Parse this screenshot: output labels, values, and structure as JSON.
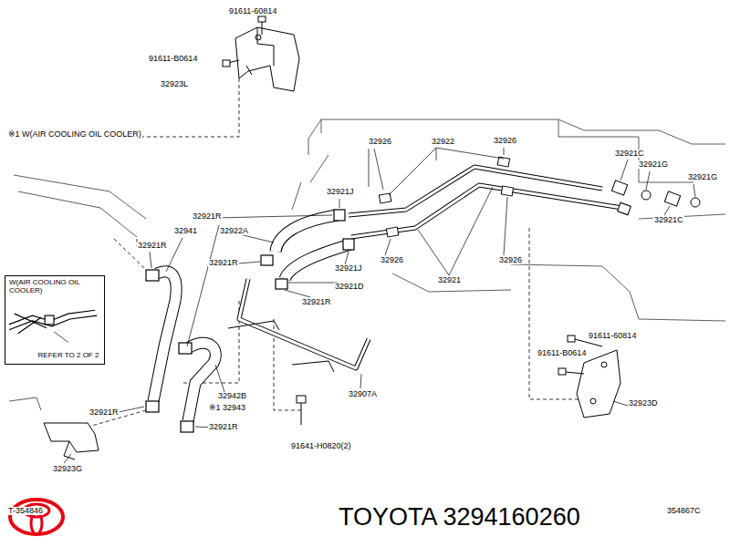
{
  "diagram": {
    "nodes": [
      {
        "text": [
          "W(AIR COOLING OIL COOLER)",
          "REFER TO 2 OF 2"
        ]
      }
    ],
    "edges": [],
    "labels": [
      "91611-60814",
      "91611-B0614",
      "32923L",
      "※1 W(AIR COOLING OIL COOLER)",
      "32922",
      "32926",
      "32926",
      "32921C",
      "32921G",
      "32921G",
      "32921J",
      "32921R",
      "32941",
      "32922A",
      "32921R",
      "32921C",
      "32921R",
      "32926",
      "32926",
      "32921J",
      "32921",
      "32921D",
      "32921R",
      "91611-60814",
      "91611-B0614",
      "32907A",
      "32942B",
      "※1 32943",
      "32923D",
      "32921R",
      "32921R",
      "91641-H0820(2)",
      "32923G",
      "T-354846",
      "354867C",
      "TOYOTA 3294160260"
    ]
  }
}
